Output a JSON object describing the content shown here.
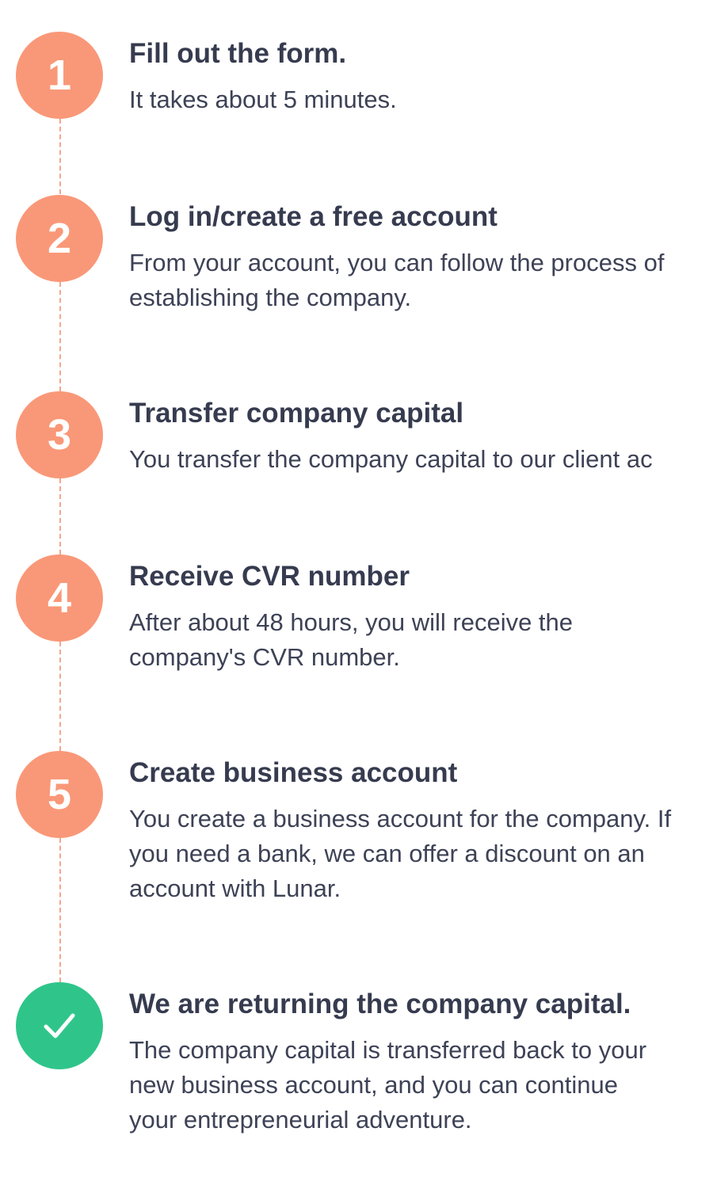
{
  "colors": {
    "step_badge": "#f99878",
    "done_badge": "#2fc58a",
    "connector": "#f7a58a",
    "title_text": "#363b4f",
    "body_text": "#3d4256"
  },
  "steps": [
    {
      "number": "1",
      "title": "Fill out the form.",
      "description": "It takes about 5 minutes."
    },
    {
      "number": "2",
      "title": "Log in/create a free account",
      "description": "From your account, you can follow the process of establishing the company."
    },
    {
      "number": "3",
      "title": "Transfer company capital",
      "description": "You transfer the company capital to our client ac"
    },
    {
      "number": "4",
      "title": "Receive CVR number",
      "description": "After about 48 hours, you will receive the company's CVR number."
    },
    {
      "number": "5",
      "title": "Create business account",
      "description": "You create a business account for the company. If you need a bank, we can offer a discount on an account with Lunar."
    }
  ],
  "final_step": {
    "icon": "checkmark-icon",
    "title": "We are returning the company capital.",
    "description": "The company capital is transferred back to your new business account, and you can continue your entrepreneurial adventure."
  }
}
